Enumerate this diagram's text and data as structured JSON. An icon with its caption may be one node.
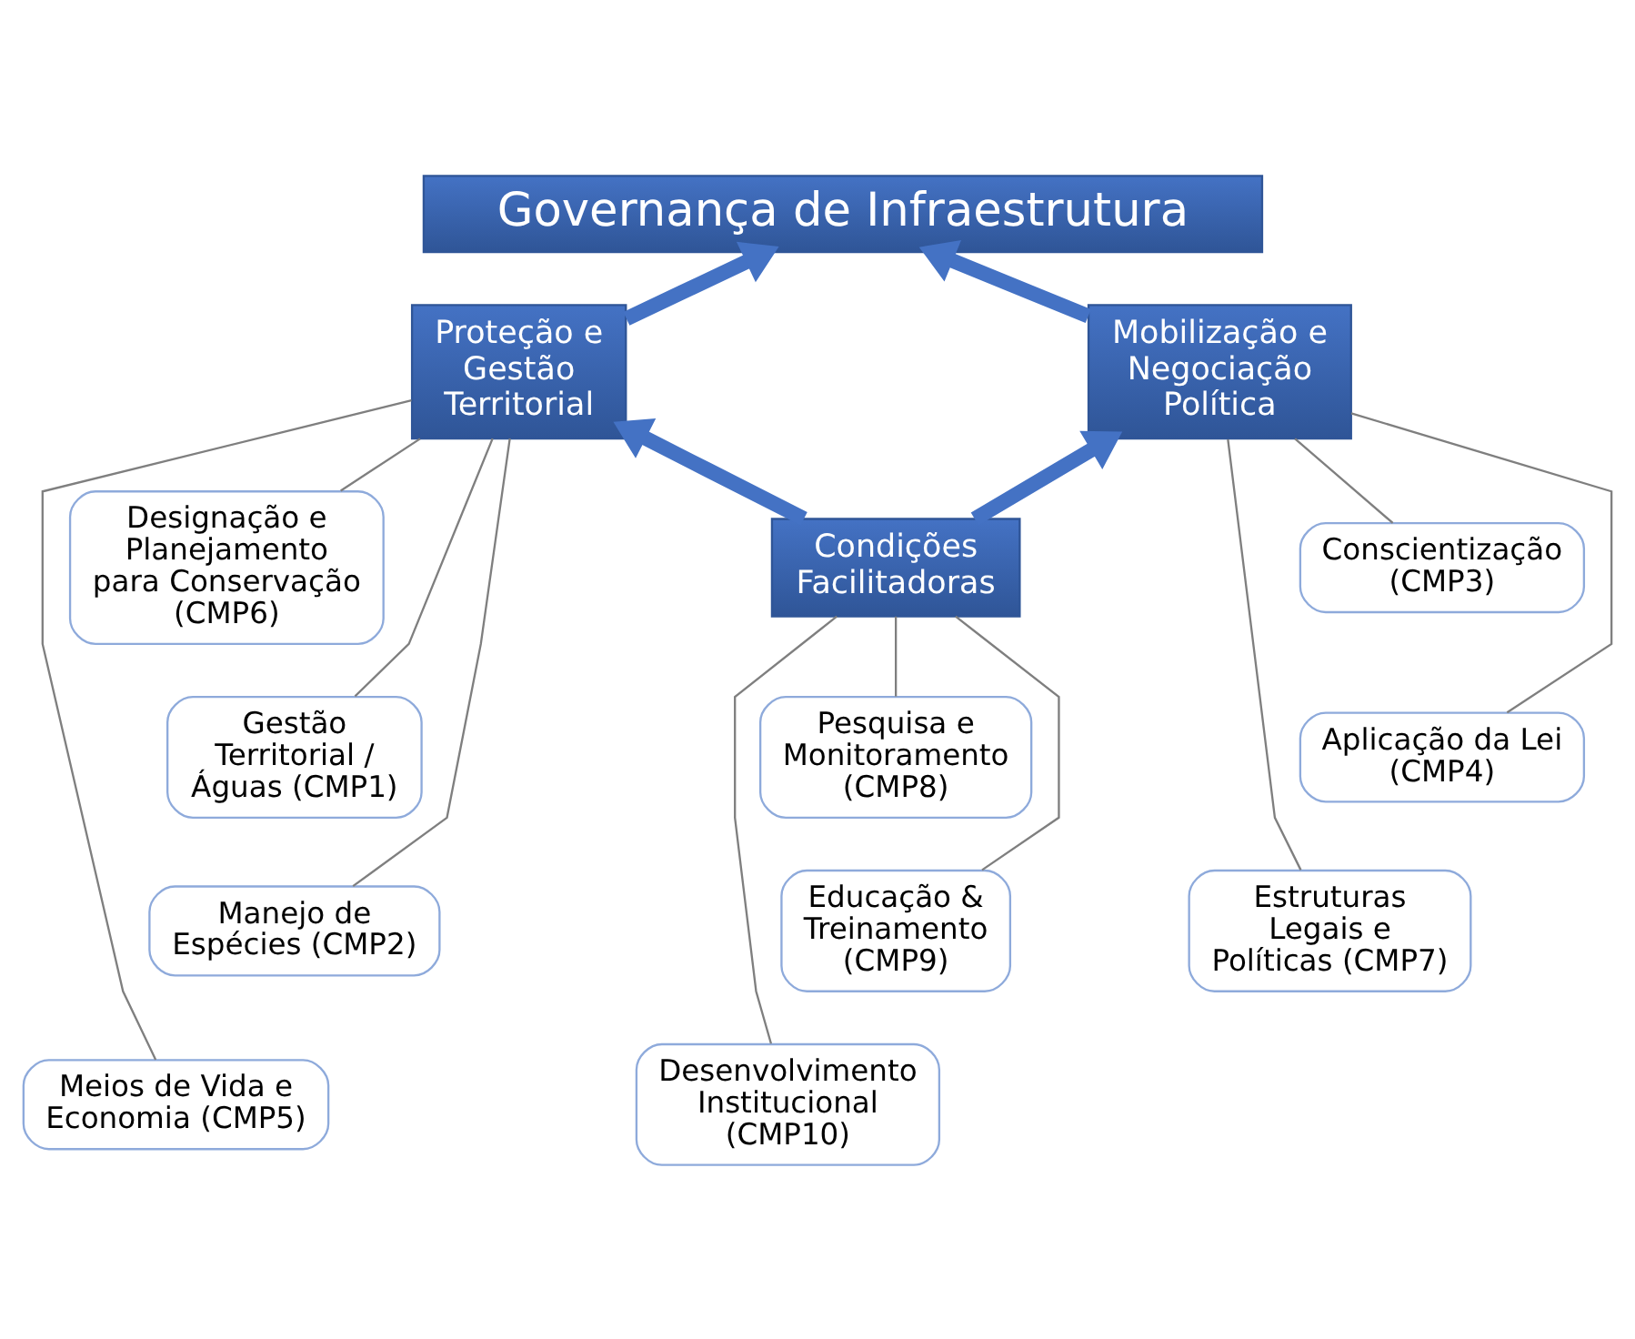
{
  "diagram": {
    "nodes": [
      {
        "text": [
          "Governança de Infraestrutura"
        ]
      },
      {
        "text": [
          "Proteção e Gestão Territorial"
        ]
      },
      {
        "text": [
          "Mobilização e Negociação Política"
        ]
      },
      {
        "text": [
          "Condições Facilitadoras"
        ]
      },
      {
        "text": [
          "Designação e Planejamento para Conservação (CMP6)"
        ]
      },
      {
        "text": [
          "Gestão Territorial / Águas (CMP1)"
        ]
      },
      {
        "text": [
          "Manejo de Espécies (CMP2)"
        ]
      },
      {
        "text": [
          "Meios de Vida e Economia (CMP5)"
        ]
      },
      {
        "text": [
          "Pesquisa e Monitoramento (CMP8)"
        ]
      },
      {
        "text": [
          "Educação & Treinamento (CMP9)"
        ]
      },
      {
        "text": [
          "Desenvolvimento Institucional (CMP10)"
        ]
      },
      {
        "text": [
          "Conscientização (CMP3)"
        ]
      },
      {
        "text": [
          "Aplicação da Lei (CMP4)"
        ]
      },
      {
        "text": [
          "Estruturas Legais e Políticas (CMP7)"
        ]
      }
    ],
    "edges": [
      {
        "from": 1,
        "to": 0,
        "arrow": "to",
        "style": "thick",
        "color": "#4472c4"
      },
      {
        "from": 2,
        "to": 0,
        "arrow": "to",
        "style": "thick",
        "color": "#4472c4"
      },
      {
        "from": 3,
        "to": 1,
        "arrow": "to",
        "style": "thick",
        "color": "#4472c4"
      },
      {
        "from": 3,
        "to": 2,
        "arrow": "to",
        "style": "thick",
        "color": "#4472c4"
      },
      {
        "from": 1,
        "to": 4,
        "arrow": "none"
      },
      {
        "from": 1,
        "to": 5,
        "arrow": "none"
      },
      {
        "from": 1,
        "to": 6,
        "arrow": "none"
      },
      {
        "from": 1,
        "to": 7,
        "arrow": "none"
      },
      {
        "from": 3,
        "to": 8,
        "arrow": "none"
      },
      {
        "from": 3,
        "to": 9,
        "arrow": "none"
      },
      {
        "from": 3,
        "to": 10,
        "arrow": "none"
      },
      {
        "from": 2,
        "to": 11,
        "arrow": "none"
      },
      {
        "from": 2,
        "to": 12,
        "arrow": "none"
      },
      {
        "from": 2,
        "to": 13,
        "arrow": "none"
      }
    ]
  }
}
